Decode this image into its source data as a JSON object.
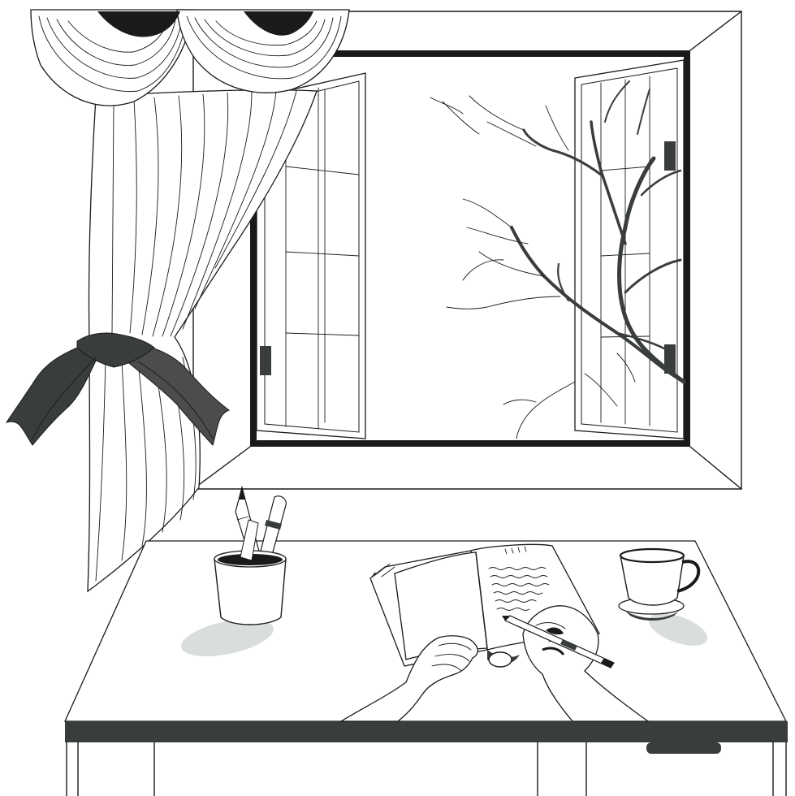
{
  "scene": {
    "kind": "line-art illustration",
    "colors": {
      "ink": "#1a1a1a",
      "dark_fill": "#3a3d3d",
      "leaf_fill": "#4a4d4c",
      "shadow": "#d9dddc",
      "paper": "#ffffff"
    },
    "elements": [
      "window",
      "open-window-sashes",
      "bare-tree-branch",
      "drapery-curtain",
      "curtain-tieback-bow",
      "desk",
      "pencil-cup",
      "pencils",
      "open-book",
      "writing-hands",
      "pen",
      "coffee-cup",
      "saucer"
    ]
  }
}
